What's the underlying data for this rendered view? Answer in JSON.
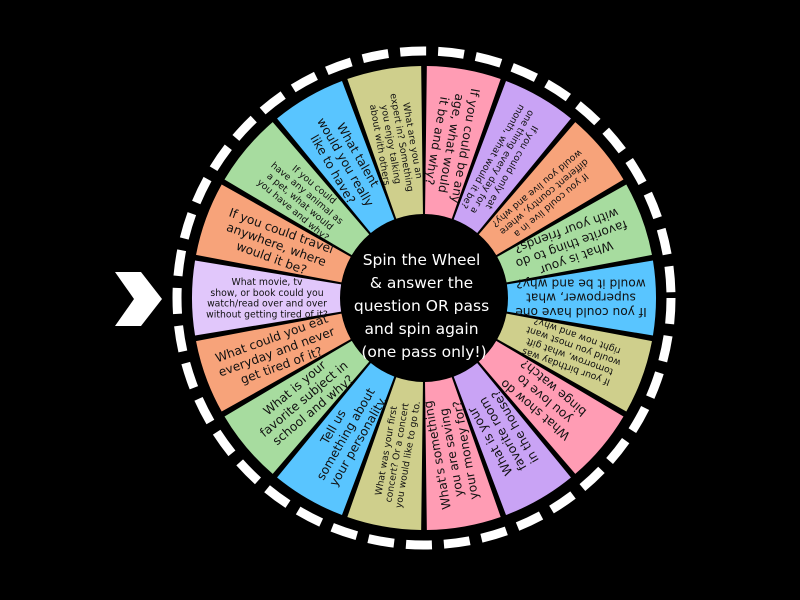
{
  "wheel": {
    "colors": [
      "#f7a37a",
      "#a7dc9f",
      "#59c5ff",
      "#cfcf8c",
      "#ff9cb4",
      "#c9a3f5"
    ],
    "prompt_lines": [
      "Spin the Wheel",
      "& answer the",
      "question OR pass",
      "and spin again",
      "(one pass only!)"
    ],
    "pointer_icon": "chevron-right-icon",
    "segments": [
      {
        "color": "#e1c7fb",
        "lines": [
          "What movie, tv",
          "show, or book could you",
          "watch/read over and over",
          "without getting tired of it?"
        ]
      },
      {
        "color": "#f7a37a",
        "lines": [
          "If you could travel",
          "anywhere, where",
          "would it be?"
        ]
      },
      {
        "color": "#a7dc9f",
        "lines": [
          "If you could",
          "have any animal as",
          "a pet, what would",
          "you have and why?"
        ]
      },
      {
        "color": "#59c5ff",
        "lines": [
          "What talent",
          "would you really",
          "like to have?"
        ]
      },
      {
        "color": "#cfcf8c",
        "lines": [
          "What are you an",
          "expert in? Something",
          "you enjoy talking",
          "about with others."
        ]
      },
      {
        "color": "#ff9cb4",
        "lines": [
          "If you could be any",
          "age, what would",
          "it be and why?"
        ]
      },
      {
        "color": "#c9a3f5",
        "lines": [
          "If you could only eat",
          "one thing every day for a",
          "month, what would it be?"
        ]
      },
      {
        "color": "#f7a37a",
        "lines": [
          "If you could live in a",
          "different country, where",
          "would you live and why?"
        ]
      },
      {
        "color": "#a7dc9f",
        "lines": [
          "What is your",
          "favorite thing to do",
          "with your friends?"
        ]
      },
      {
        "color": "#59c5ff",
        "lines": [
          "If you could have one",
          "superpower, what",
          "would it be and why?"
        ]
      },
      {
        "color": "#cfcf8c",
        "lines": [
          "If your birthday was",
          "tomorrow, what gift",
          "would you most want",
          "right now and why?"
        ]
      },
      {
        "color": "#ff9cb4",
        "lines": [
          "What show do",
          "you love to",
          "binge watch?"
        ]
      },
      {
        "color": "#c9a3f5",
        "lines": [
          "What is your",
          "favorite room",
          "in the house?"
        ]
      },
      {
        "color": "#ff9cb4",
        "lines": [
          "What's something",
          "you are saving",
          "your money for?"
        ]
      },
      {
        "color": "#cfcf8c",
        "lines": [
          "What was your first",
          "concert? Or a concert",
          "you would like to go to."
        ]
      },
      {
        "color": "#59c5ff",
        "lines": [
          "Tell us",
          "something about",
          "your personality."
        ]
      },
      {
        "color": "#a7dc9f",
        "lines": [
          "What is your",
          "favorite subject in",
          "school and why?"
        ]
      },
      {
        "color": "#f7a37a",
        "lines": [
          "What could you eat",
          "everyday and never",
          "get tired of it?"
        ]
      }
    ]
  }
}
